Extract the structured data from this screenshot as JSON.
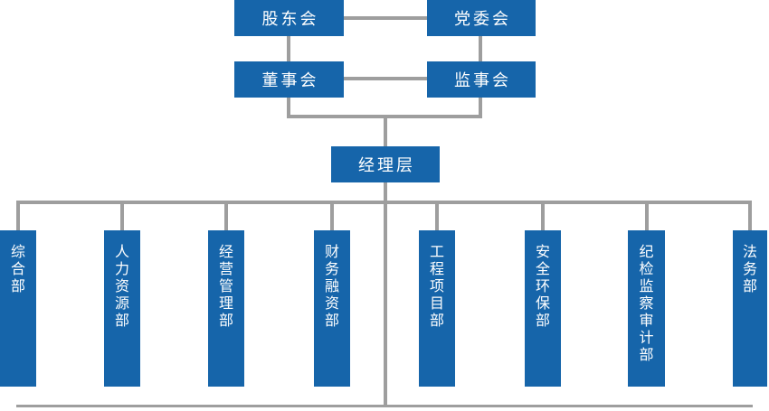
{
  "org": {
    "title": "company-organization-chart",
    "colors": {
      "node_background": "#1665aa",
      "node_text": "#ffffff",
      "connector": "#9e9e9e",
      "background": "#ffffff"
    },
    "nodes": {
      "shareholders": {
        "label": "股东会"
      },
      "party_committee": {
        "label": "党委会"
      },
      "board": {
        "label": "董事会"
      },
      "supervisory": {
        "label": "监事会"
      },
      "management": {
        "label": "经理层"
      }
    },
    "departments": [
      {
        "label": "综合部"
      },
      {
        "label": "人力资源部"
      },
      {
        "label": "经营管理部"
      },
      {
        "label": "财务融资部"
      },
      {
        "label": "工程项目部"
      },
      {
        "label": "安全环保部"
      },
      {
        "label": "纪检监察审计部"
      },
      {
        "label": "法务部"
      }
    ]
  }
}
